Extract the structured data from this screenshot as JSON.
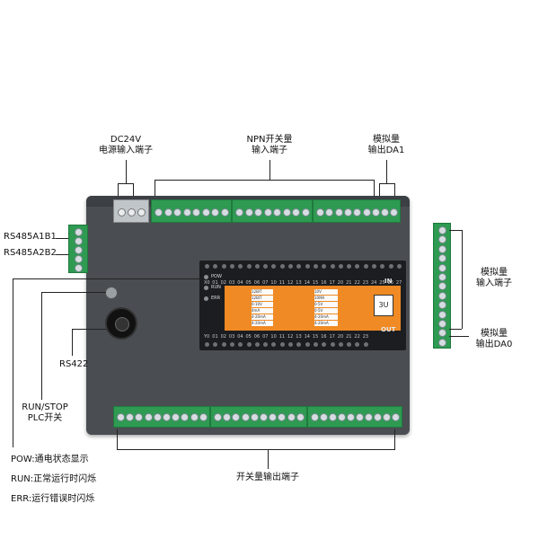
{
  "labels": {
    "dc24v_line1": "DC24V",
    "dc24v_line2": "电源输入端子",
    "npn_line1": "NPN开关量",
    "npn_line2": "输入端子",
    "da1_line1": "模拟量",
    "da1_line2": "输出DA1",
    "rs485_1": "RS485A1B1",
    "rs485_2": "RS485A2B2",
    "ain_line1": "模拟量",
    "ain_line2": "输入端子",
    "da0_line1": "模拟量",
    "da0_line2": "输出DA0",
    "rs422": "RS422",
    "runstop_line1": "RUN/STOP",
    "runstop_line2": "PLC开关",
    "output_terminal": "开关量输出端子",
    "pow_desc": "POW:通电状态显示",
    "run_desc": "RUN:正常运行时闪烁",
    "err_desc": "ERR:运行错误时闪烁"
  },
  "panel": {
    "leds": [
      "POW",
      "RUN",
      "ERR"
    ],
    "in_badge": "IN",
    "out_badge": "OUT",
    "brand": "3U",
    "top_numbers": [
      "X0",
      "01",
      "02",
      "03",
      "04",
      "05",
      "06",
      "07",
      "10",
      "11",
      "12",
      "13",
      "14",
      "15",
      "16",
      "17",
      "20",
      "21",
      "22",
      "23",
      "24",
      "25",
      "26",
      "27"
    ],
    "bottom_numbers": [
      "Y0",
      "01",
      "02",
      "03",
      "04",
      "05",
      "06",
      "07",
      "10",
      "11",
      "12",
      "13",
      "14",
      "15",
      "16",
      "17",
      "20",
      "21",
      "22",
      "23"
    ],
    "left_cells": [
      "12BIT",
      "12BIT",
      "0-10V",
      "4mA",
      "4-20mA",
      "4-20mA"
    ],
    "right_cells": [
      "10V",
      "10MA",
      "0-5V",
      "0-5V",
      "4-20mA",
      "4-20mA"
    ]
  },
  "colors": {
    "plc_body": "#4a4d52",
    "terminal_green": "#2e9a52",
    "panel_orange": "#f08a24"
  }
}
